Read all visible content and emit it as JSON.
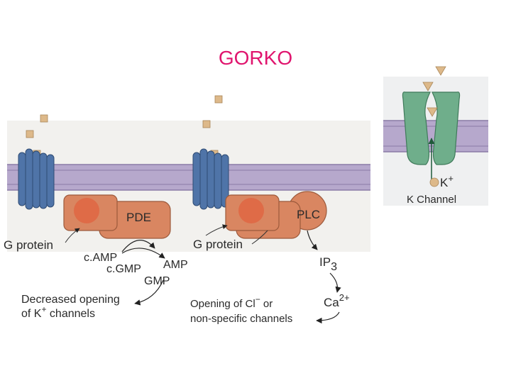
{
  "title": "GORKO",
  "labels": {
    "pde": "PDE",
    "plc": "PLC",
    "g_protein_left": "G protein",
    "g_protein_right": "G protein",
    "camp": "c.AMP",
    "cgmp": "c.GMP",
    "amp": "AMP",
    "gmp": "GMP",
    "ip3_base": "IP",
    "ip3_sub": "3",
    "ca_base": "Ca",
    "ca_sup": "2+",
    "decreased_line1": "Decreased opening",
    "decreased_line2_base": "of K",
    "decreased_line2_sup": "+",
    "decreased_line2_rest": " channels",
    "opening_line1_base": "Opening of Cl",
    "opening_line1_sup": "−",
    "opening_line1_rest": " or",
    "opening_line2": "non-specific channels",
    "k_ion_base": "K",
    "k_ion_sup": "+",
    "k_channel": "K Channel"
  },
  "colors": {
    "title": "#e0156e",
    "membrane": "#b6a8cc",
    "membrane_line": "#8a7aa6",
    "receptor": "#4f74a8",
    "enzyme": "#d98661",
    "enzyme_spot": "#e0613f",
    "channel": "#6fae8b",
    "ligand": "#ddb98a"
  }
}
